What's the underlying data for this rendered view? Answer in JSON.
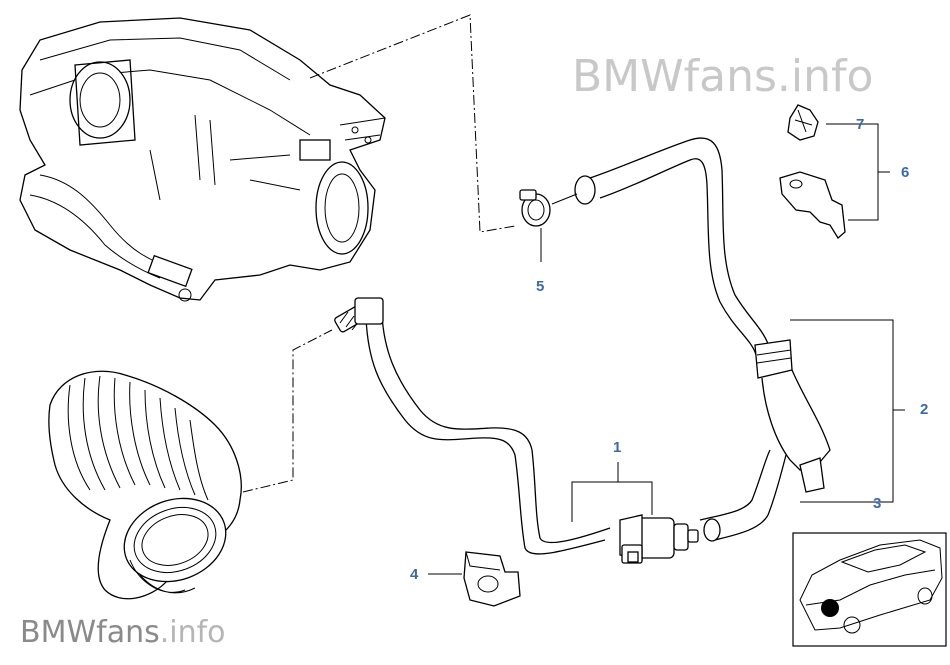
{
  "watermark": {
    "top": "BMWfans.info",
    "bottom_main": "BMWfans",
    "bottom_suffix": ".info"
  },
  "callouts": {
    "c1": "1",
    "c2": "2",
    "c3": "3",
    "c4": "4",
    "c5": "5",
    "c6": "6",
    "c7": "7"
  },
  "colors": {
    "callout": "#3c6aa8",
    "line": "#000000",
    "watermark_top": "#c8c8c8",
    "watermark_bottom": "#8a8a8a"
  }
}
